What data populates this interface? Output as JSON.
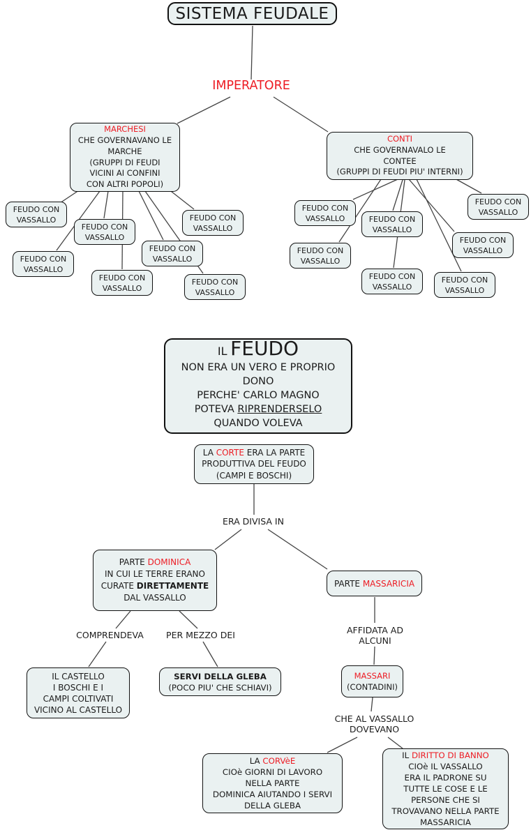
{
  "map": {
    "title": "SISTEMA FEUDALE",
    "imperatore": "IMPERATORE",
    "marchesi": {
      "title": "MARCHESI",
      "lines": [
        "CHE GOVERNAVANO LE",
        "MARCHE",
        "(GRUPPI DI FEUDI",
        "VICINI AI CONFINI",
        "CON ALTRI POPOLI)"
      ]
    },
    "conti": {
      "title": "CONTI",
      "lines": [
        "CHE GOVERNAVALO LE",
        "CONTEE",
        "(GRUPPI DI FEUDI PIU' INTERNI)"
      ]
    },
    "feudo_vassallo": {
      "line1": "FEUDO CON",
      "line2": "VASSALLO"
    },
    "feudo": {
      "title_small": "IL",
      "title_big": "FEUDO",
      "line1": "NON ERA UN VERO E PROPRIO",
      "line2": "DONO",
      "line3": "PERCHE' CARLO MAGNO",
      "line4_pre": "POTEVA",
      "line4_underlined": "RIPRENDERSELO",
      "line5": "QUANDO VOLEVA"
    },
    "corte": {
      "l1_pre": "LA",
      "l1_accent": "CORTE",
      "l1_post": "ERA LA PARTE",
      "l2": "PRODUTTIVA DEL FEUDO",
      "l3": "(CAMPI E BOSCHI)"
    },
    "era_divisa_label": "ERA DIVISA IN",
    "dominica": {
      "l1_pre": "PARTE",
      "l1_accent": "DOMINICA",
      "l2": "IN CUI LE TERRE ERANO",
      "l3_pre": "CURATE",
      "l3_bold": "DIRETTAMENTE",
      "l4": "DAL VASSALLO"
    },
    "massaricia": {
      "pre": "PARTE",
      "accent": "MASSARICIA"
    },
    "comprendeva_label": "COMPRENDEVA",
    "per_mezzo_label": "PER MEZZO DEI",
    "affidata_label": {
      "l1": "AFFIDATA AD",
      "l2": "ALCUNI"
    },
    "castello": {
      "lines": [
        "IL CASTELLO",
        "I BOSCHI E I",
        "CAMPI COLTIVATI",
        "VICINO AL CASTELLO"
      ]
    },
    "servi": {
      "bold_line": "SERVI DELLA GLEBA",
      "l2": "(POCO PIU' CHE SCHIAVI)"
    },
    "massari": {
      "accent": "MASSARI",
      "l2": "(CONTADINI)"
    },
    "che_al_vassallo_label": {
      "l1": "CHE AL VASSALLO",
      "l2": "DOVEVANO"
    },
    "corvee": {
      "l1_pre": "LA",
      "l1_accent": "CORVèE",
      "lines": [
        "CIOè GIORNI DI LAVORO",
        "NELLA PARTE",
        "DOMINICA AIUTANDO I SERVI",
        "DELLA GLEBA"
      ]
    },
    "banno": {
      "l1_pre": "IL",
      "l1_accent": "DIRITTO DI BANNO",
      "lines": [
        "CIOè IL VASSALLO",
        "ERA IL PADRONE SU",
        "TUTTE LE COSE E LE",
        "PERSONE CHE SI",
        "TROVAVANO  NELLA PARTE",
        "MASSARICIA"
      ]
    },
    "colors": {
      "accent_red": "#ed1c24",
      "node_fill": "#eaf1f1",
      "node_border": "#111111",
      "connector": "#444444",
      "background": "#ffffff"
    }
  }
}
